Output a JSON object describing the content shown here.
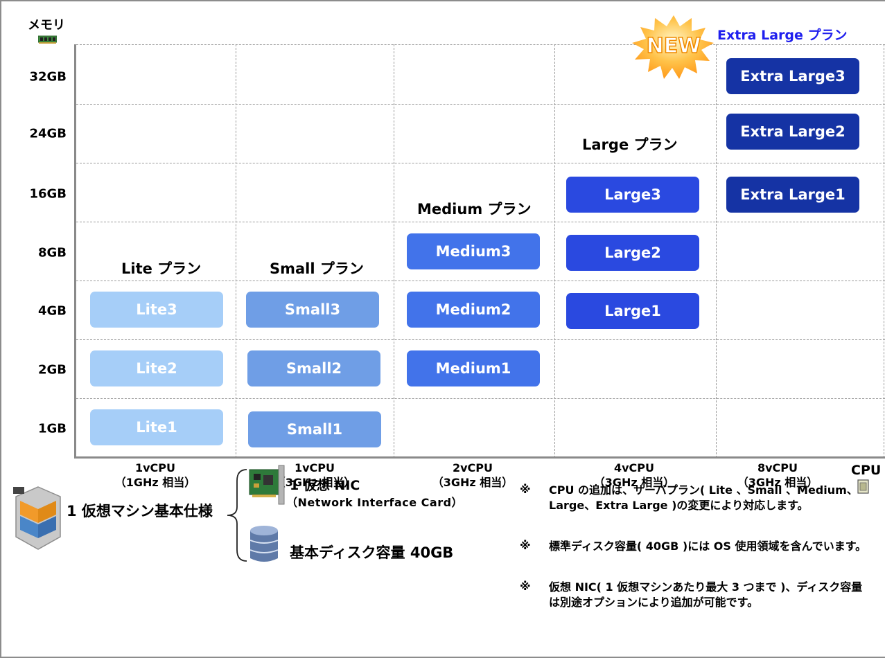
{
  "memory_axis": {
    "title": "メモリ",
    "icon": "memory-module-icon",
    "labels": [
      "32GB",
      "24GB",
      "16GB",
      "8GB",
      "4GB",
      "2GB",
      "1GB"
    ]
  },
  "cpu_axis": {
    "title": "CPU",
    "icon": "cpu-chip-icon",
    "columns": [
      {
        "cpu": "1vCPU",
        "speed": "（1GHz 相当）"
      },
      {
        "cpu": "1vCPU",
        "speed": "（3GHz 相当）"
      },
      {
        "cpu": "2vCPU",
        "speed": "（3GHz 相当）"
      },
      {
        "cpu": "4vCPU",
        "speed": "（3GHz 相当）"
      },
      {
        "cpu": "8vCPU",
        "speed": "（3GHz 相当）"
      }
    ]
  },
  "plans": {
    "lite": {
      "title": "Lite プラン",
      "items": [
        "Lite3",
        "Lite2",
        "Lite1"
      ],
      "color": "#a6cef8"
    },
    "small": {
      "title": "Small プラン",
      "items": [
        "Small3",
        "Small2",
        "Small1"
      ],
      "color": "#6f9ee6"
    },
    "medium": {
      "title": "Medium プラン",
      "items": [
        "Medium3",
        "Medium2",
        "Medium1"
      ],
      "color": "#4273ea"
    },
    "large": {
      "title": "Large プラン",
      "items": [
        "Large3",
        "Large2",
        "Large1"
      ],
      "color": "#2a49e0"
    },
    "xl": {
      "title": "Extra Large プラン",
      "items": [
        "Extra Large3",
        "Extra Large2",
        "Extra Large1"
      ],
      "color": "#1533a4"
    }
  },
  "new_badge": "NEW",
  "spec": {
    "vm_label": "1 仮想マシン基本仕様",
    "vm_icon": "virtual-machine-icon",
    "nic_title": "1 仮想 NIC",
    "nic_sub": "（Network  Interface  Card）",
    "nic_icon": "network-card-icon",
    "disk_label": "基本ディスク容量  40GB",
    "disk_icon": "disk-storage-icon"
  },
  "notes": {
    "mark": "※",
    "items": [
      "CPU の追加は、サーバプラン( Lite 、Small 、Medium、Large、Extra Large )の変更により対応します。",
      "標準ディスク容量( 40GB )には OS 使用領域を含んでいます。",
      "仮想 NIC( 1 仮想マシンあたり最大 3 つまで )、ディスク容量は別途オプションにより追加が可能です。"
    ]
  }
}
